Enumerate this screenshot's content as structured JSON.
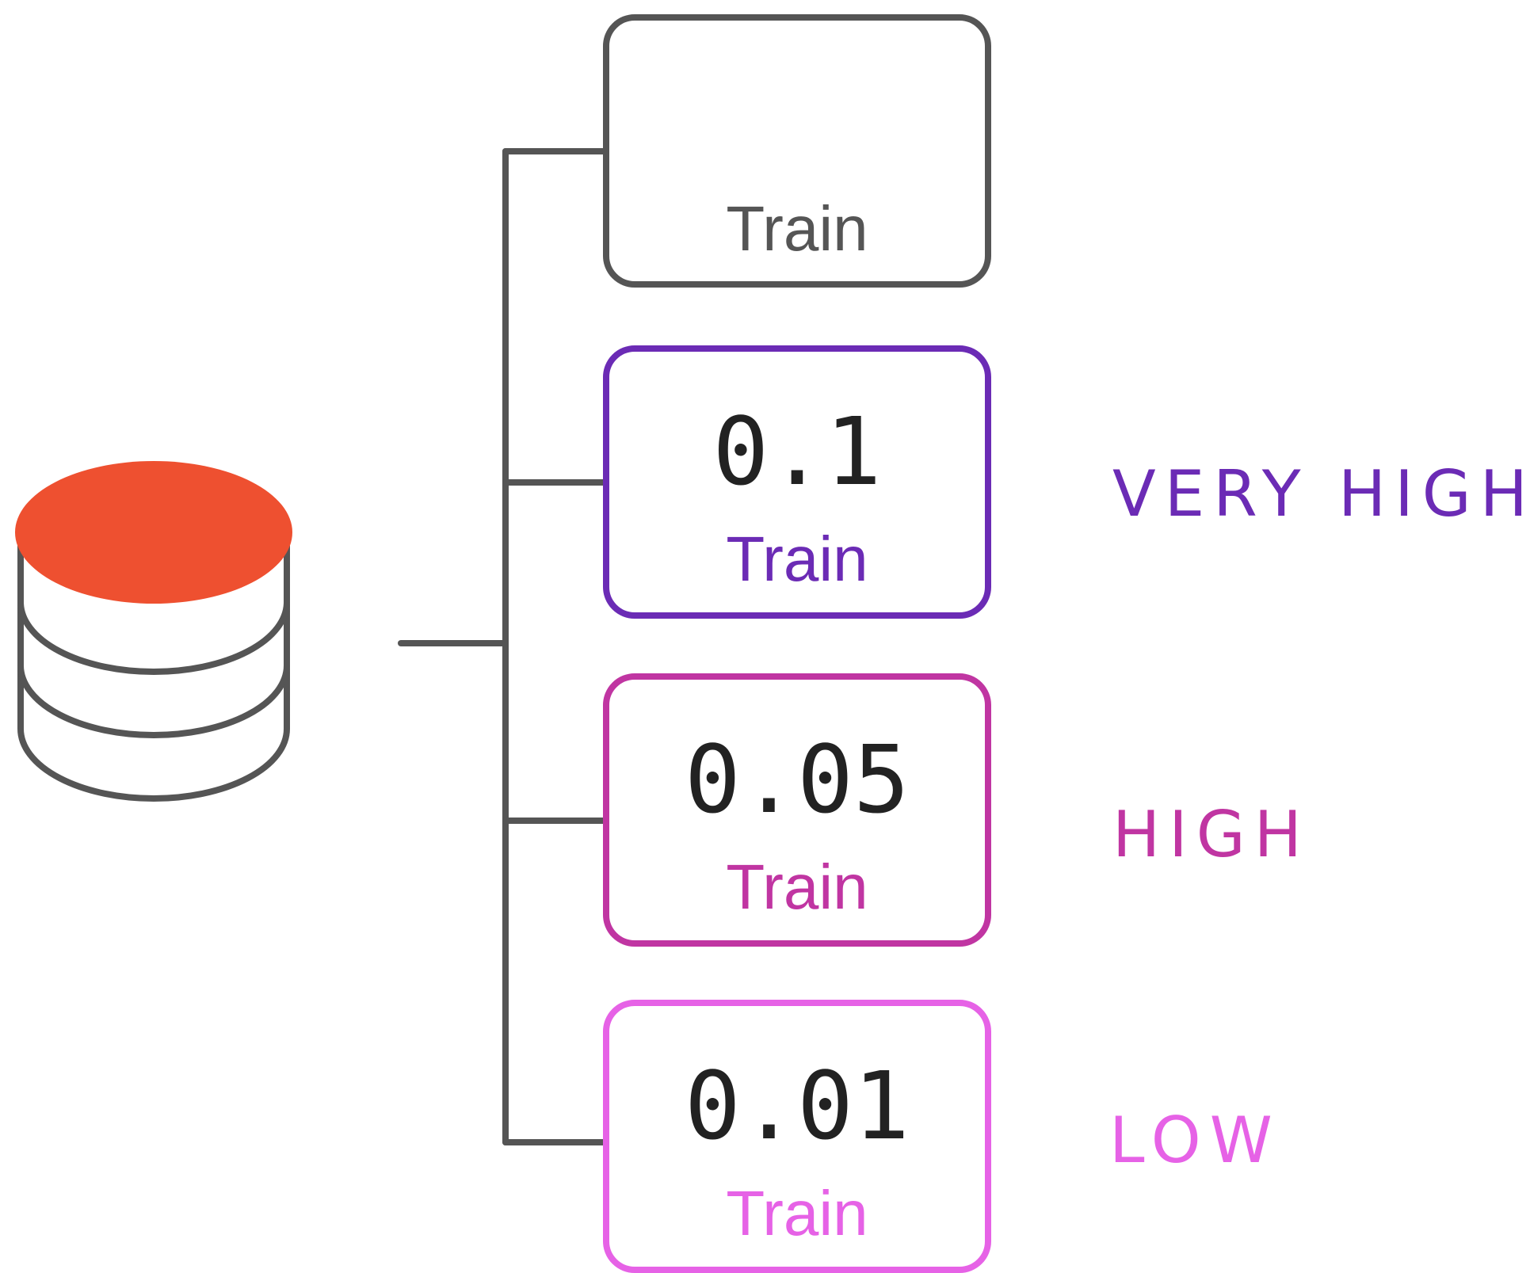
{
  "colors": {
    "line": "#555555",
    "database_top": "#ee5030",
    "very_high": "#6b2bb5",
    "high": "#c035a2",
    "low": "#e662e6",
    "neutral": "#555555"
  },
  "boxes": [
    {
      "value": "",
      "label": "Train",
      "level": ""
    },
    {
      "value": "0.1",
      "label": "Train",
      "level": "VERY HIGH"
    },
    {
      "value": "0.05",
      "label": "Train",
      "level": "HIGH"
    },
    {
      "value": "0.01",
      "label": "Train",
      "level": "LOW"
    }
  ]
}
